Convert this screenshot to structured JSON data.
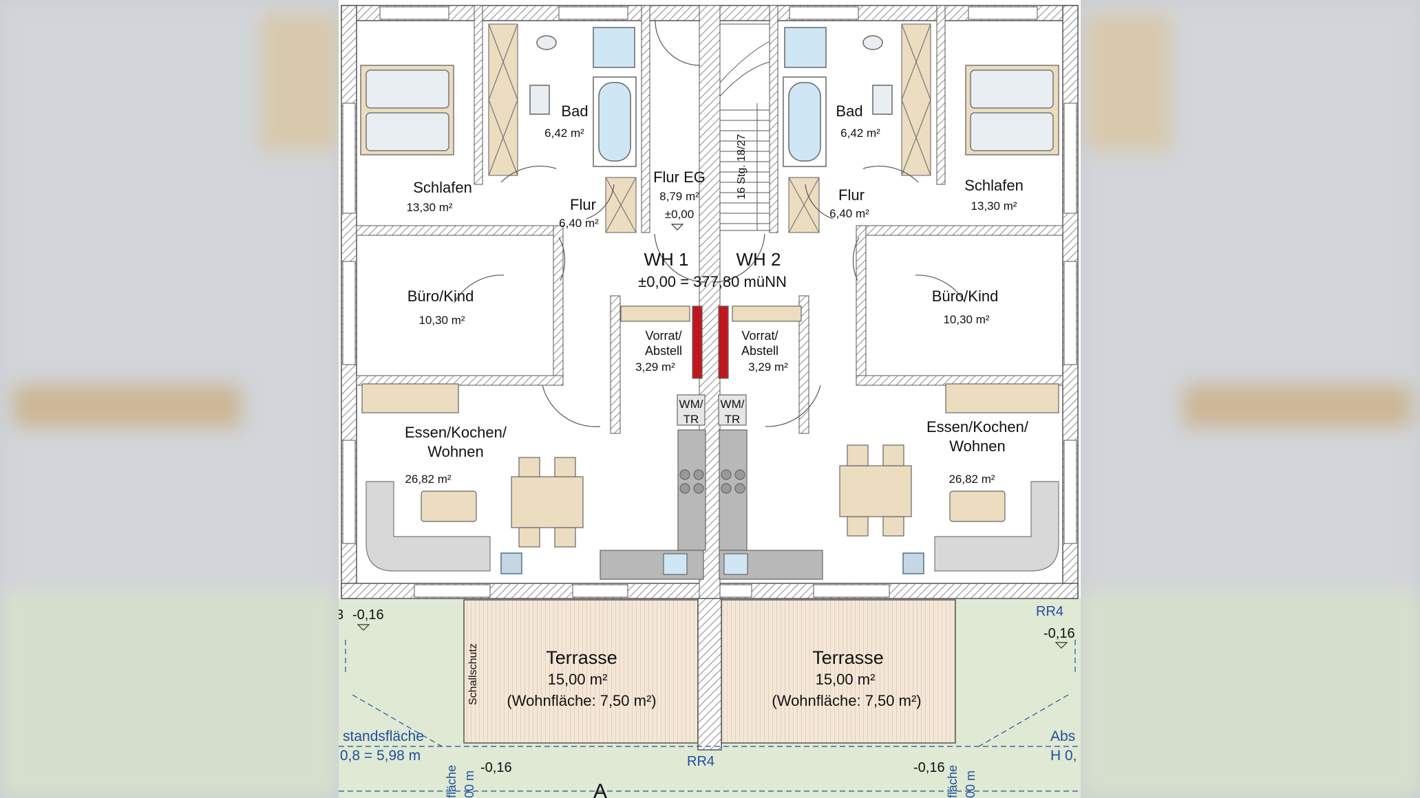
{
  "colors": {
    "wall_hatch": "#9a9a9a",
    "floor": "#ffffff",
    "furniture": "#ecdcc0",
    "sofa": "#d8d8d8",
    "garden": "#dfe9d3",
    "terrace": "#f3e7d8",
    "chimney": "#c0161e",
    "annotation_blue": "#1f4fa0"
  },
  "units": {
    "wh1": "WH 1",
    "wh2": "WH 2",
    "elevation": "±0,00 = 377,80 müNN"
  },
  "rooms": {
    "schlafen_left": {
      "name": "Schlafen",
      "area": "13,30 m²"
    },
    "bad_left": {
      "name": "Bad",
      "area": "6,42 m²"
    },
    "flur_left": {
      "name": "Flur",
      "area": "6,40 m²"
    },
    "flur_eg": {
      "name": "Flur EG",
      "area": "8,79 m²",
      "level": "±0,00"
    },
    "stairs": {
      "label": "16 Stg. 18/27"
    },
    "flur_right": {
      "name": "Flur",
      "area": "6,40 m²"
    },
    "bad_right": {
      "name": "Bad",
      "area": "6,42 m²"
    },
    "schlafen_right": {
      "name": "Schlafen",
      "area": "13,30 m²"
    },
    "buero_left": {
      "name": "Büro/Kind",
      "area": "10,30 m²"
    },
    "buero_right": {
      "name": "Büro/Kind",
      "area": "10,30 m²"
    },
    "vorrat_left": {
      "line1": "Vorrat/",
      "line2": "Abstell",
      "area": "3,29 m²"
    },
    "vorrat_right": {
      "line1": "Vorrat/",
      "line2": "Abstell",
      "area": "3,29 m²"
    },
    "wmtr_left": {
      "line1": "WM/",
      "line2": "TR"
    },
    "wmtr_right": {
      "line1": "WM/",
      "line2": "TR"
    },
    "essen_left": {
      "line1": "Essen/Kochen/",
      "line2": "Wohnen",
      "area": "26,82 m²"
    },
    "essen_right": {
      "line1": "Essen/Kochen/",
      "line2": "Wohnen",
      "area": "26,82 m²"
    }
  },
  "terraces": [
    {
      "name": "Terrasse",
      "area": "15,00 m²",
      "wohnflaeche": "(Wohnfläche: 7,50 m²)"
    },
    {
      "name": "Terrasse",
      "area": "15,00 m²",
      "wohnflaeche": "(Wohnfläche: 7,50 m²)"
    }
  ],
  "annotations": {
    "schallschutz": "Schallschutz",
    "level_left": "-0,16",
    "level_right": "-0,16",
    "level_bottom_left": "-0,16",
    "level_bottom_right": "-0,16",
    "rr4_top": "RR4",
    "rr4_bottom": "RR4",
    "abstandsflaeche_left": "standsfläche",
    "abstandsflaeche_left_formula": ",0,8 = 5,98 m",
    "abstandsflaeche_right": "Abs",
    "abstandsflaeche_right_formula": "H 0,",
    "vertical_left_a": "fläche",
    "vertical_left_b": "00 m",
    "vertical_right_a": "fläche",
    "vertical_right_b": "00 m",
    "section_marker": "A",
    "cut_left_mark": "3"
  }
}
